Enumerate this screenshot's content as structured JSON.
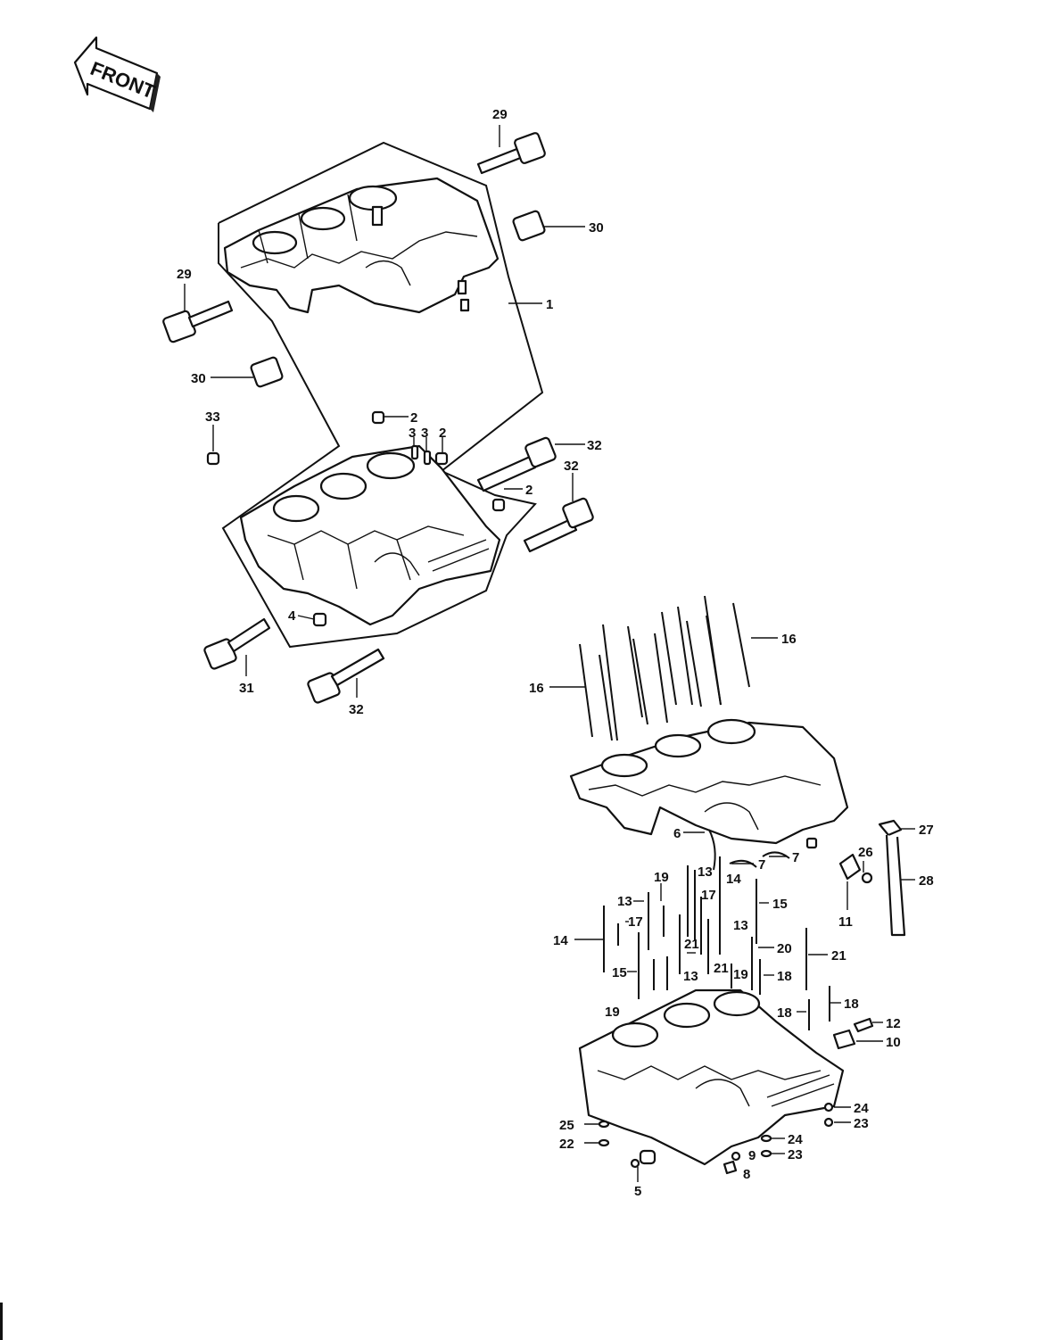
{
  "front_label": "FRONT",
  "callouts": [
    {
      "id": "c29a",
      "text": "29"
    },
    {
      "id": "c29b",
      "text": "29"
    },
    {
      "id": "c30a",
      "text": "30"
    },
    {
      "id": "c30b",
      "text": "30"
    },
    {
      "id": "c1",
      "text": "1"
    },
    {
      "id": "c33",
      "text": "33"
    },
    {
      "id": "c2a",
      "text": "2"
    },
    {
      "id": "c3a",
      "text": "3"
    },
    {
      "id": "c3b",
      "text": "3"
    },
    {
      "id": "c2b",
      "text": "2"
    },
    {
      "id": "c32a",
      "text": "32"
    },
    {
      "id": "c32b",
      "text": "32"
    },
    {
      "id": "c2c",
      "text": "2"
    },
    {
      "id": "c4",
      "text": "4"
    },
    {
      "id": "c31",
      "text": "31"
    },
    {
      "id": "c32c",
      "text": "32"
    },
    {
      "id": "c16a",
      "text": "16"
    },
    {
      "id": "c16b",
      "text": "16"
    },
    {
      "id": "c6",
      "text": "6"
    },
    {
      "id": "c7a",
      "text": "7"
    },
    {
      "id": "c7b",
      "text": "7"
    },
    {
      "id": "c27",
      "text": "27"
    },
    {
      "id": "c26",
      "text": "26"
    },
    {
      "id": "c28",
      "text": "28"
    },
    {
      "id": "c11",
      "text": "11"
    },
    {
      "id": "c19a",
      "text": "19"
    },
    {
      "id": "c13a",
      "text": "13"
    },
    {
      "id": "c17a",
      "text": "17"
    },
    {
      "id": "c13b",
      "text": "13"
    },
    {
      "id": "c14a",
      "text": "14"
    },
    {
      "id": "c17b",
      "text": "17"
    },
    {
      "id": "c15a",
      "text": "15"
    },
    {
      "id": "c13c",
      "text": "13"
    },
    {
      "id": "c14b",
      "text": "14"
    },
    {
      "id": "c21a",
      "text": "21"
    },
    {
      "id": "c20",
      "text": "20"
    },
    {
      "id": "c15b",
      "text": "15"
    },
    {
      "id": "c13d",
      "text": "13"
    },
    {
      "id": "c21b",
      "text": "21"
    },
    {
      "id": "c19b",
      "text": "19"
    },
    {
      "id": "c18a",
      "text": "18"
    },
    {
      "id": "c21c",
      "text": "21"
    },
    {
      "id": "c19c",
      "text": "19"
    },
    {
      "id": "c18b",
      "text": "18"
    },
    {
      "id": "c18c",
      "text": "18"
    },
    {
      "id": "c12",
      "text": "12"
    },
    {
      "id": "c10",
      "text": "10"
    },
    {
      "id": "c24a",
      "text": "24"
    },
    {
      "id": "c23a",
      "text": "23"
    },
    {
      "id": "c25",
      "text": "25"
    },
    {
      "id": "c22",
      "text": "22"
    },
    {
      "id": "c24b",
      "text": "24"
    },
    {
      "id": "c23b",
      "text": "23"
    },
    {
      "id": "c9",
      "text": "9"
    },
    {
      "id": "c8",
      "text": "8"
    },
    {
      "id": "c5",
      "text": "5"
    }
  ]
}
